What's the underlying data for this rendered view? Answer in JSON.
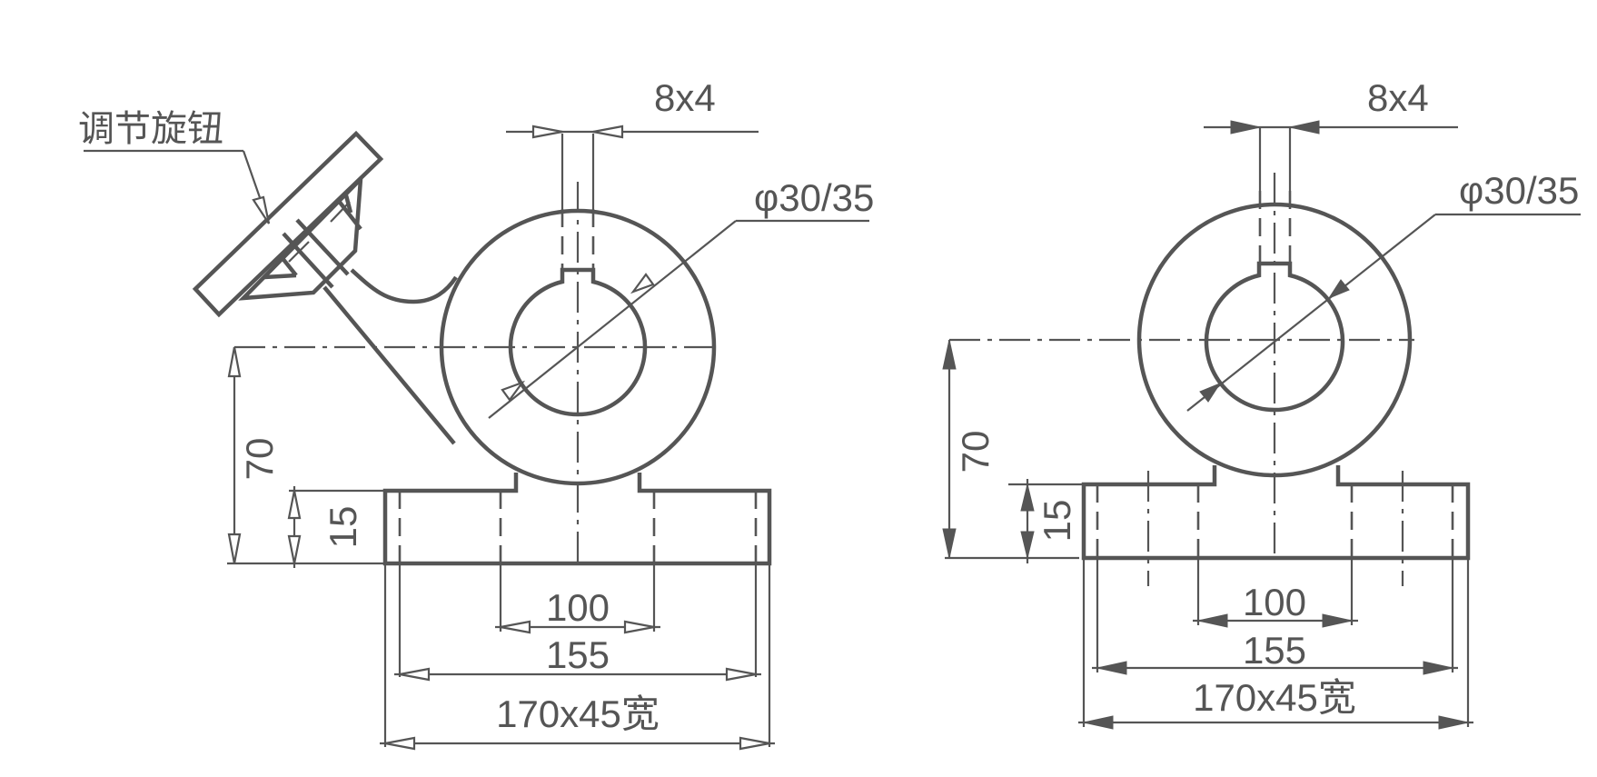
{
  "drawing": {
    "background": "#ffffff",
    "line_color": "#555555",
    "views": [
      {
        "name": "left-view-with-knob",
        "callout_label": "调节旋钮",
        "keyway_dim": "8x4",
        "bore_dim": "φ30/35",
        "height_dim": "70",
        "base_thickness_dim": "15",
        "hole_spacing_dim": "100",
        "outer_hole_spacing_dim": "155",
        "overall_dim": "170x45宽"
      },
      {
        "name": "right-view",
        "keyway_dim": "8x4",
        "bore_dim": "φ30/35",
        "height_dim": "70",
        "base_thickness_dim": "15",
        "hole_spacing_dim": "100",
        "outer_hole_spacing_dim": "155",
        "overall_dim": "170x45宽"
      }
    ]
  }
}
